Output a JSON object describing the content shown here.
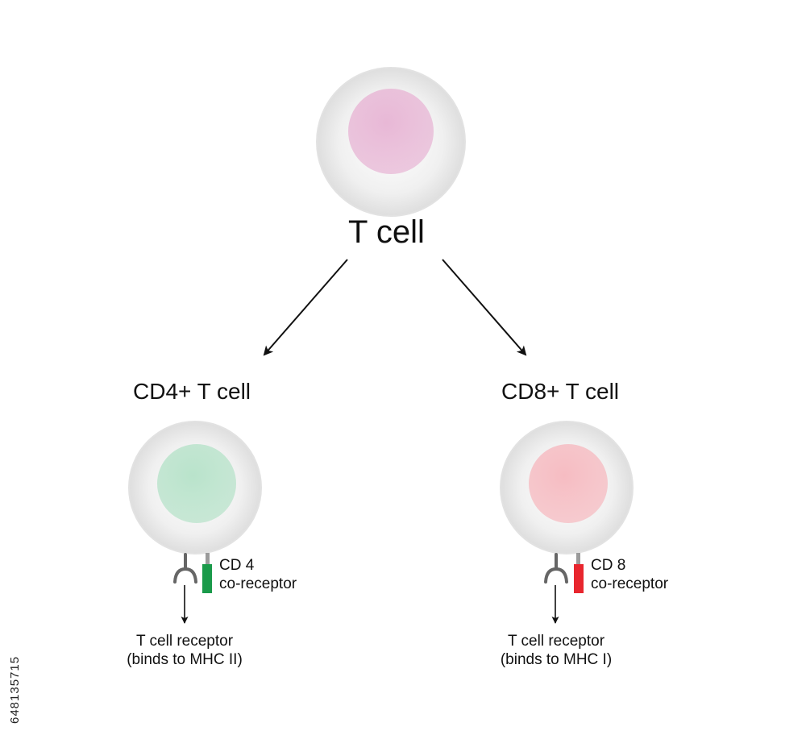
{
  "diagram": {
    "root": {
      "label": "T cell",
      "nucleus_color": "#e8b8d6"
    },
    "branches": [
      {
        "label": "CD4+ T cell",
        "nucleus_color": "#b9e3cb",
        "coreceptor": {
          "name": "CD 4",
          "role": "co-receptor",
          "color": "#1a9a4a"
        },
        "receptor": {
          "label": "T cell receptor",
          "note": "(binds to MHC II)"
        }
      },
      {
        "label": "CD8+ T cell",
        "nucleus_color": "#f6bcc2",
        "coreceptor": {
          "name": "CD 8",
          "role": "co-receptor",
          "color": "#e8262e"
        },
        "receptor": {
          "label": "T cell receptor",
          "note": "(binds to MHC I)"
        }
      }
    ],
    "colors": {
      "arrow": "#111111",
      "cell_body": "#ececec",
      "receptor": "#666666"
    }
  },
  "watermark": {
    "id": "648135715"
  }
}
